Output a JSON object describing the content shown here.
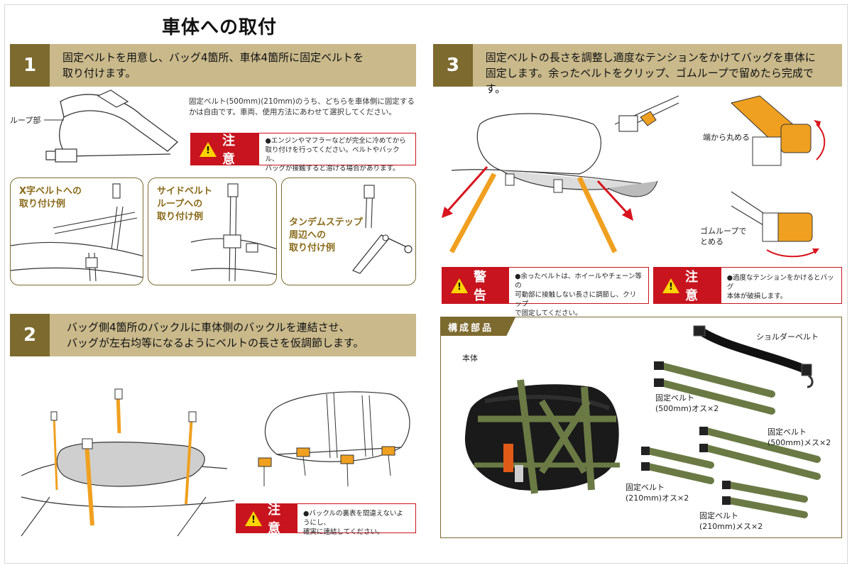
{
  "title": "車体への取付",
  "colors": {
    "step_num_bg": "#7d6a2f",
    "step_header_bg": "#c9b98b",
    "warning_red": "#c8141e",
    "accent_orange": "#f0a020",
    "arrow_red": "#d8141e",
    "bag_olive": "#6b7a45"
  },
  "step1": {
    "number": "1",
    "line1": "固定ベルトを用意し、バッグ4箇所、車体4箇所に固定ベルトを",
    "line2": "取り付けます。",
    "loop_label": "ループ部",
    "note_line1": "固定ベルト(500mm)(210mm)のうち、どちらを車体側に固定する",
    "note_line2": "かは自由です。車両、使用方法にあわせて選択してください。",
    "caution": {
      "label": "注意",
      "line1": "●エンジンやマフラーなどが完全に冷めてから",
      "line2": "取り付けを行ってください。ベルトやバックル、",
      "line3": "バッグが接触すると溶ける場合があります。"
    },
    "examples": [
      {
        "line1": "X字ベルトへの",
        "line2": "取り付け例",
        "line3": ""
      },
      {
        "line1": "サイドベルト",
        "line2": "ループへの",
        "line3": "取り付け例"
      },
      {
        "line1": "タンデムステップ",
        "line2": "周辺への",
        "line3": "取り付け例"
      }
    ]
  },
  "step2": {
    "number": "2",
    "line1": "バッグ側4箇所のバックルに車体側のバックルを連結させ、",
    "line2": "バッグが左右均等になるようにベルトの長さを仮調節します。",
    "caution": {
      "label": "注意",
      "line1": "●バックルの裏表を間違えないようにし、",
      "line2": "確実に連結してください。"
    }
  },
  "step3": {
    "number": "3",
    "line1": "固定ベルトの長さを調整し適度なテンションをかけてバッグを車体に",
    "line2": "固定します。余ったベルトをクリップ、ゴムループで留めたら完成です。",
    "roll_label": "端から丸める",
    "rubber_label_line1": "ゴムループで",
    "rubber_label_line2": "とめる",
    "warning": {
      "label": "警告",
      "line1": "●余ったベルトは、ホイールやチェーン等の",
      "line2": "可動部に接触しない長さに調節し、クリップ",
      "line3": "で固定してください。"
    },
    "caution": {
      "label": "注意",
      "line1": "●過度なテンションをかけるとバッグ",
      "line2": "本体が破損します。"
    }
  },
  "parts": {
    "header": "構成部品",
    "body_label": "本体",
    "shoulder_belt": "ショルダーベルト",
    "belt_500_male_l1": "固定ベルト",
    "belt_500_male_l2": "(500mm)オス×2",
    "belt_500_female_l1": "固定ベルト",
    "belt_500_female_l2": "(500mm)メス×2",
    "belt_210_male_l1": "固定ベルト",
    "belt_210_male_l2": "(210mm)オス×2",
    "belt_210_female_l1": "固定ベルト",
    "belt_210_female_l2": "(210mm)メス×2"
  }
}
